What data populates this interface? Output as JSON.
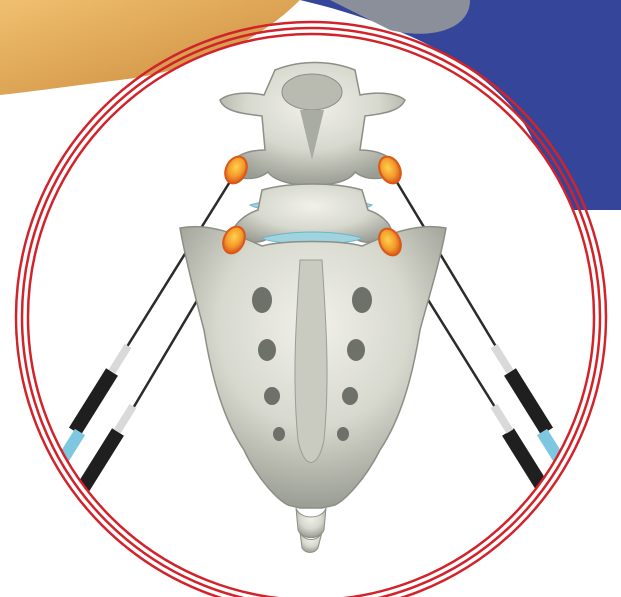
{
  "image": {
    "subject": "lumbar-sacral-spine-with-facet-injection-needles",
    "needle_count": 4,
    "target_count": 4
  },
  "colors": {
    "background": "#ffffff",
    "ring": "#d2232a",
    "bone": "#d8d9cf",
    "bone_shadow": "#8c8f86",
    "target_fill": "#f39a2b",
    "target_ring": "#d9581a",
    "disc": "#9fd3e0",
    "needle": "#2b2b2b",
    "blue_background": "#34459a",
    "skin": "#e2a64a"
  }
}
